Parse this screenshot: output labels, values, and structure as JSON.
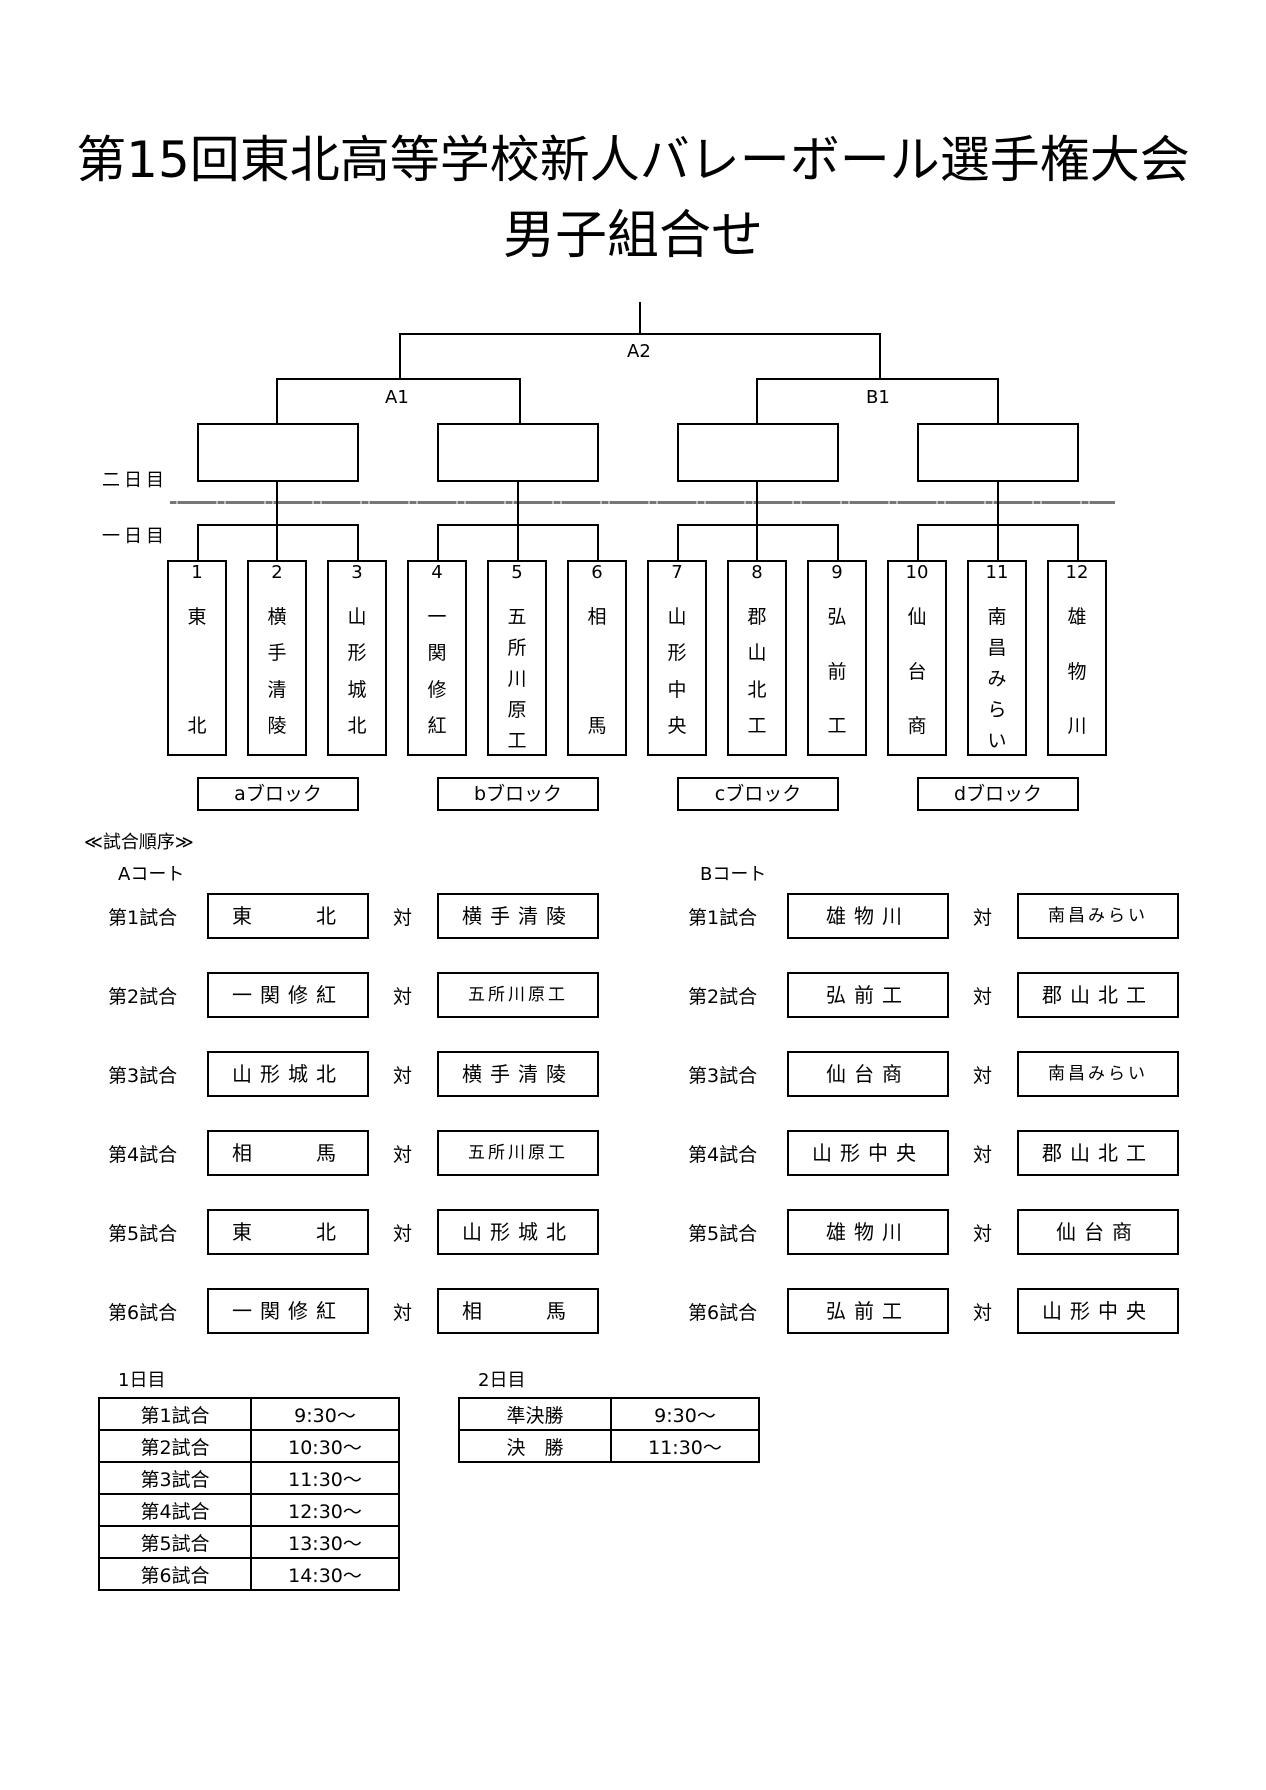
{
  "title": "第15回東北高等学校新人バレーボール選手権大会",
  "subtitle": "男子組合せ",
  "bracket": {
    "final_label": "A2",
    "semi_left_label": "A1",
    "semi_right_label": "B1",
    "day2_label": "二日目",
    "day1_label": "一日目",
    "teams": [
      {
        "num": "1",
        "name": [
          "東",
          "北"
        ]
      },
      {
        "num": "2",
        "name": [
          "横",
          "手",
          "清",
          "陵"
        ]
      },
      {
        "num": "3",
        "name": [
          "山",
          "形",
          "城",
          "北"
        ]
      },
      {
        "num": "4",
        "name": [
          "一",
          "関",
          "修",
          "紅"
        ]
      },
      {
        "num": "5",
        "name": [
          "五",
          "所",
          "川",
          "原",
          "工"
        ]
      },
      {
        "num": "6",
        "name": [
          "相",
          "馬"
        ]
      },
      {
        "num": "7",
        "name": [
          "山",
          "形",
          "中",
          "央"
        ]
      },
      {
        "num": "8",
        "name": [
          "郡",
          "山",
          "北",
          "工"
        ]
      },
      {
        "num": "9",
        "name": [
          "弘",
          "前",
          "工"
        ]
      },
      {
        "num": "10",
        "name": [
          "仙",
          "台",
          "商"
        ]
      },
      {
        "num": "11",
        "name": [
          "南",
          "昌",
          "み",
          "ら",
          "い"
        ]
      },
      {
        "num": "12",
        "name": [
          "雄",
          "物",
          "川"
        ]
      }
    ],
    "blocks": [
      "aブロック",
      "bブロック",
      "cブロック",
      "dブロック"
    ]
  },
  "order": {
    "heading": "≪試合順序≫",
    "vs": "対",
    "courts": [
      {
        "label": "Aコート",
        "matches": [
          {
            "label": "第1試合",
            "home": "東　　北",
            "away": "横手清陵"
          },
          {
            "label": "第2試合",
            "home": "一関修紅",
            "away": "五所川原工"
          },
          {
            "label": "第3試合",
            "home": "山形城北",
            "away": "横手清陵"
          },
          {
            "label": "第4試合",
            "home": "相　　馬",
            "away": "五所川原工"
          },
          {
            "label": "第5試合",
            "home": "東　　北",
            "away": "山形城北"
          },
          {
            "label": "第6試合",
            "home": "一関修紅",
            "away": "相　　馬"
          }
        ]
      },
      {
        "label": "Bコート",
        "matches": [
          {
            "label": "第1試合",
            "home": "雄物川",
            "away": "南昌みらい"
          },
          {
            "label": "第2試合",
            "home": "弘前工",
            "away": "郡山北工"
          },
          {
            "label": "第3試合",
            "home": "仙台商",
            "away": "南昌みらい"
          },
          {
            "label": "第4試合",
            "home": "山形中央",
            "away": "郡山北工"
          },
          {
            "label": "第5試合",
            "home": "雄物川",
            "away": "仙台商"
          },
          {
            "label": "第6試合",
            "home": "弘前工",
            "away": "山形中央"
          }
        ]
      }
    ]
  },
  "schedule": {
    "day1": {
      "label": "1日目",
      "rows": [
        {
          "match": "第1試合",
          "time": "9:30～"
        },
        {
          "match": "第2試合",
          "time": "10:30～"
        },
        {
          "match": "第3試合",
          "time": "11:30～"
        },
        {
          "match": "第4試合",
          "time": "12:30～"
        },
        {
          "match": "第5試合",
          "time": "13:30～"
        },
        {
          "match": "第6試合",
          "time": "14:30～"
        }
      ]
    },
    "day2": {
      "label": "2日目",
      "rows": [
        {
          "match": "準決勝",
          "time": "9:30～"
        },
        {
          "match": "決　勝",
          "time": "11:30～"
        }
      ]
    }
  }
}
